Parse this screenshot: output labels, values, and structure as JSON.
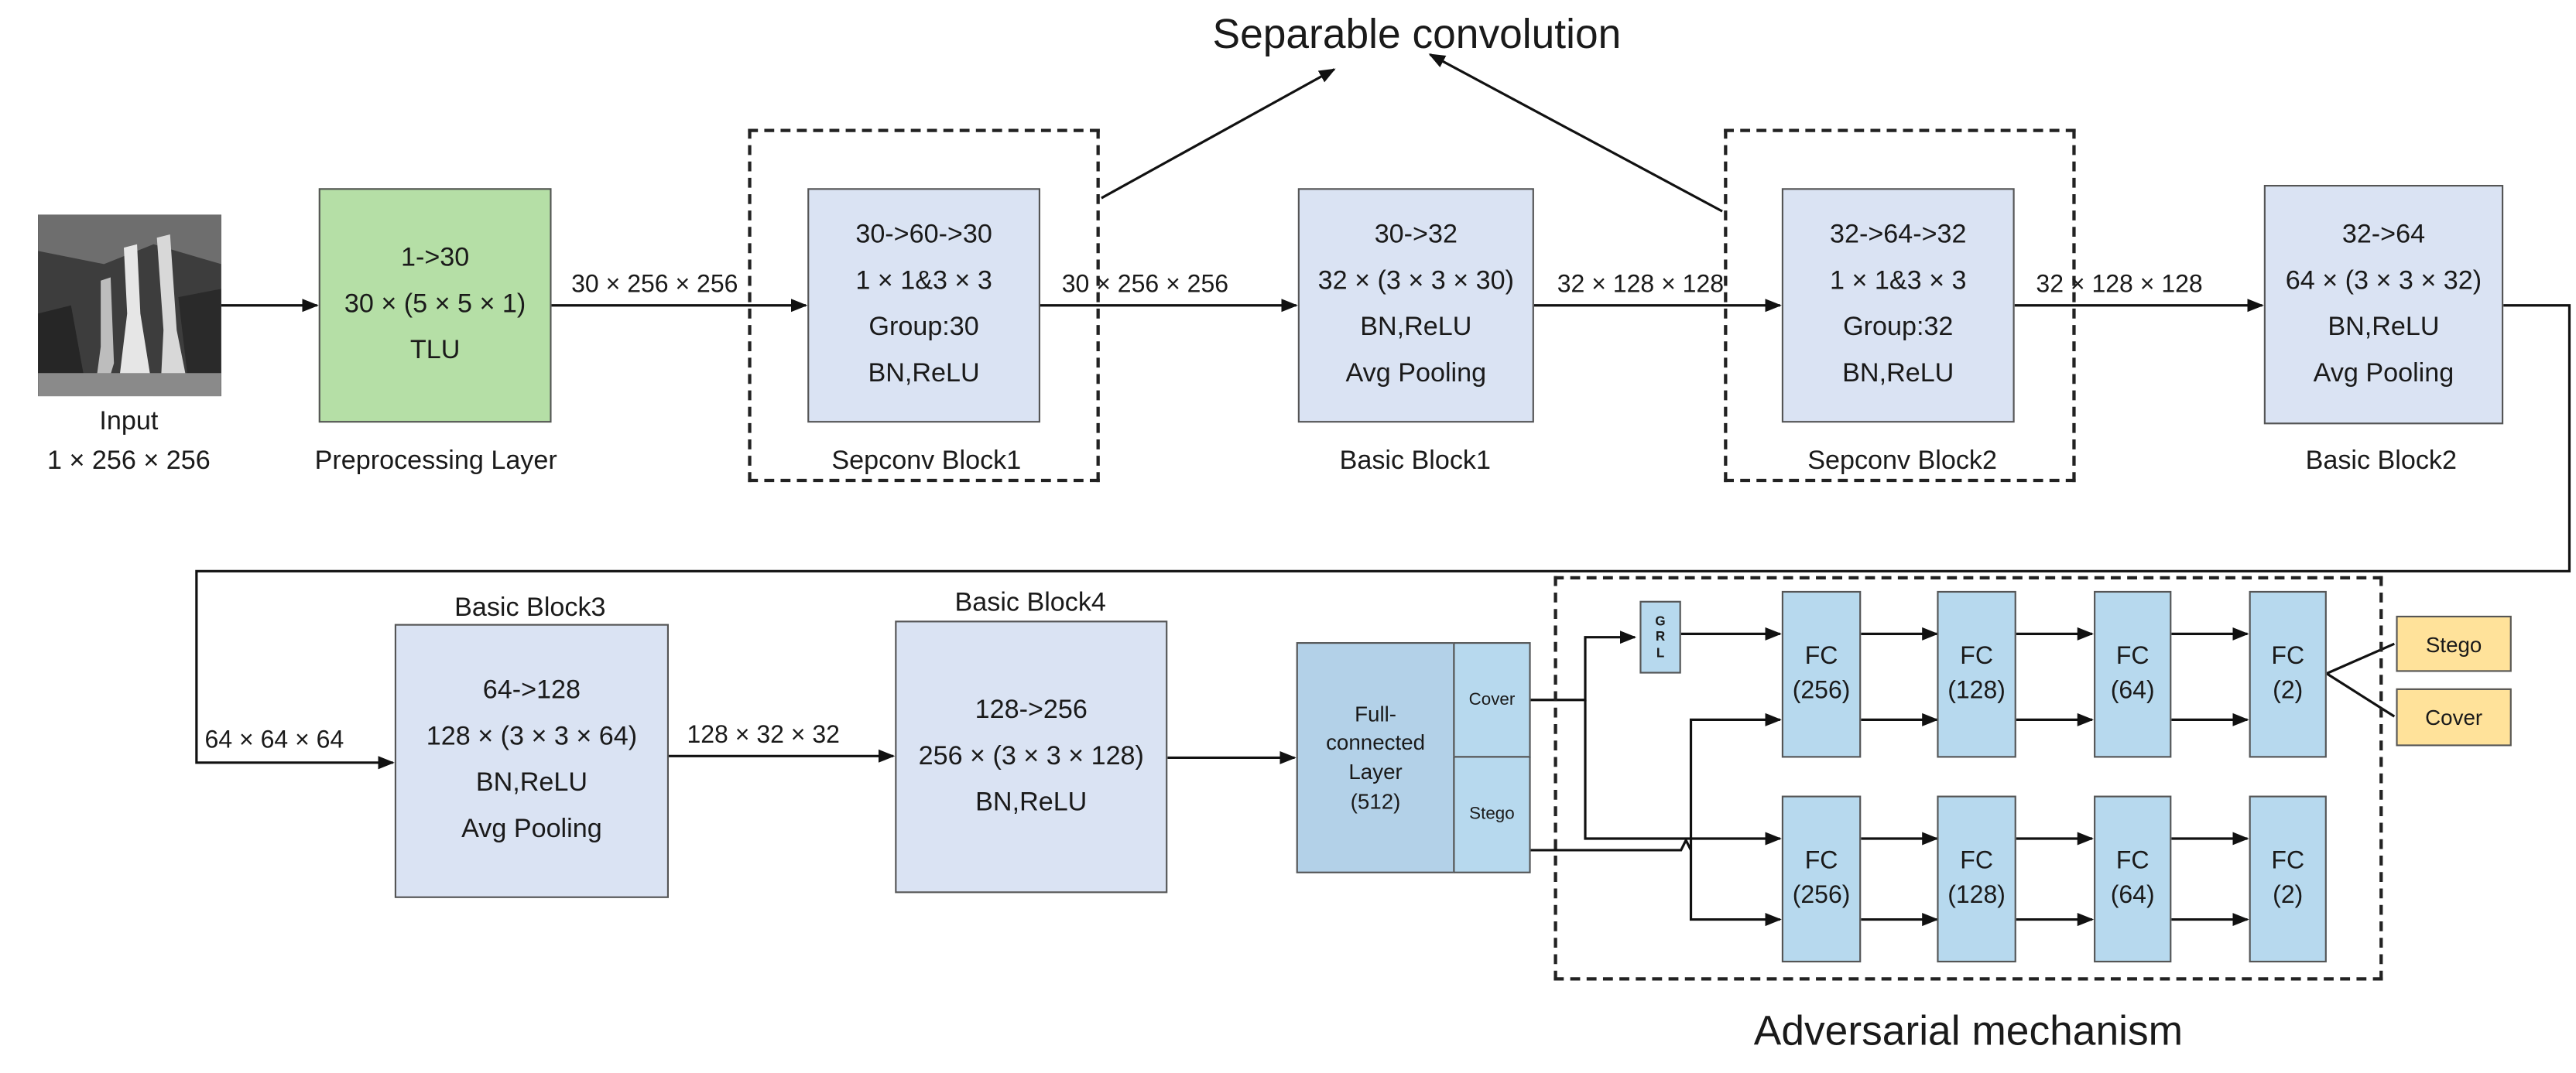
{
  "title": "Separable convolution",
  "input": {
    "label": "Input",
    "shape": "1 × 256 × 256"
  },
  "preprocessing": {
    "lines": [
      "1->30",
      "30 × (5 × 5 × 1)",
      "TLU"
    ],
    "name": "Preprocessing Layer"
  },
  "sepconv1": {
    "lines": [
      "30->60->30",
      "1 × 1&3 × 3",
      "Group:30",
      "BN,ReLU"
    ],
    "name": "Sepconv Block1"
  },
  "basic1": {
    "lines": [
      "30->32",
      "32 × (3 × 3 × 30)",
      "BN,ReLU",
      "Avg Pooling"
    ],
    "name": "Basic Block1"
  },
  "sepconv2": {
    "lines": [
      "32->64->32",
      "1 × 1&3 × 3",
      "Group:32",
      "BN,ReLU"
    ],
    "name": "Sepconv Block2"
  },
  "basic2": {
    "lines": [
      "32->64",
      "64 × (3 × 3 × 32)",
      "BN,ReLU",
      "Avg Pooling"
    ],
    "name": "Basic Block2"
  },
  "basic3": {
    "lines": [
      "64->128",
      "128 × (3 × 3 × 64)",
      "BN,ReLU",
      "Avg Pooling"
    ],
    "name": "Basic Block3"
  },
  "basic4": {
    "lines": [
      "128->256",
      "256 × (3 × 3 × 128)",
      "BN,ReLU"
    ],
    "name": "Basic Block4"
  },
  "edges": {
    "e1": "30 × 256 × 256",
    "e2": "30 × 256 × 256",
    "e3": "32 × 128 × 128",
    "e4": "32 × 128 × 128",
    "e5": "64 × 64 × 64",
    "e6": "128 × 32 × 32"
  },
  "fullconn": {
    "lines": [
      "Full-",
      "connected",
      "Layer",
      "(512)"
    ],
    "cover": "Cover",
    "stego": "Stego"
  },
  "grl": [
    "G",
    "R",
    "L"
  ],
  "fc_top": [
    {
      "lines": [
        "FC",
        "(256)"
      ]
    },
    {
      "lines": [
        "FC",
        "(128)"
      ]
    },
    {
      "lines": [
        "FC",
        "(64)"
      ]
    },
    {
      "lines": [
        "FC",
        "(2)"
      ]
    }
  ],
  "fc_bottom": [
    {
      "lines": [
        "FC",
        "(256)"
      ]
    },
    {
      "lines": [
        "FC",
        "(128)"
      ]
    },
    {
      "lines": [
        "FC",
        "(64)"
      ]
    },
    {
      "lines": [
        "FC",
        "(2)"
      ]
    }
  ],
  "outputs": {
    "stego": "Stego",
    "cover": "Cover"
  },
  "adversarial_label": "Adversarial mechanism",
  "colors": {
    "blue_block": "#dae3f3",
    "green_block": "#b5dfa6",
    "fc_block": "#b7d9ee",
    "output_block": "#ffe29a"
  }
}
